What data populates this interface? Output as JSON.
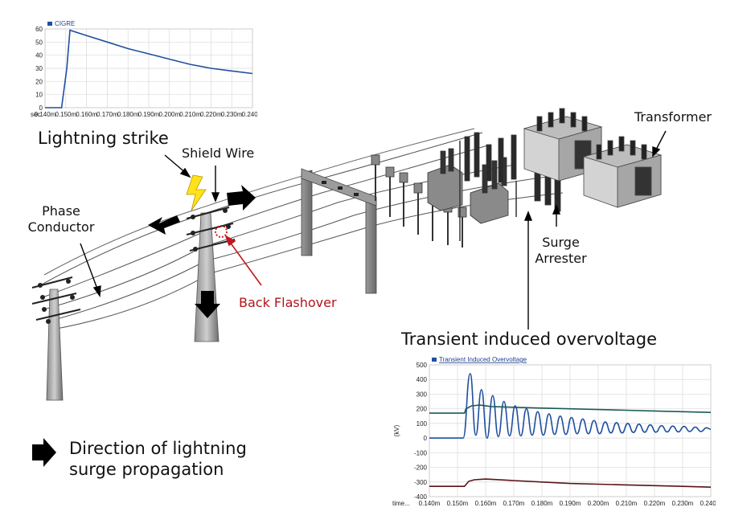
{
  "labels": {
    "lightning_strike": "Lightning strike",
    "shield_wire": "Shield Wire",
    "phase_conductor_line1": "Phase",
    "phase_conductor_line2": "Conductor",
    "back_flashover": "Back Flashover",
    "transformer": "Transformer",
    "surge_arrester_line1": "Surge",
    "surge_arrester_line2": "Arrester",
    "transient_title": "Transient induced overvoltage",
    "direction_line1": "Direction of lightning",
    "direction_line2": "surge propagation"
  },
  "colors": {
    "arrow_red": "#c0181d",
    "bolt_yellow": "#ffe21a",
    "series_blue": "#1f4f9f",
    "series_teal": "#1a5a55",
    "series_darkred": "#5a1414",
    "grid": "#d9d9d9"
  },
  "chart_data": [
    {
      "type": "line",
      "legend": [
        "CIGRE"
      ],
      "xlabel": "sec",
      "ylim": [
        0,
        60
      ],
      "yticks": [
        "60",
        "50",
        "40",
        "30",
        "20",
        "10",
        "0"
      ],
      "xtick_labels": [
        "0.140m",
        "0.150m",
        "0.160m",
        "0.170m",
        "0.180m",
        "0.190m",
        "0.200m",
        "0.210m",
        "0.220m",
        "0.230m",
        "0.240m"
      ],
      "series": [
        {
          "name": "CIGRE",
          "x": [
            0.14,
            0.148,
            0.1505,
            0.152,
            0.16,
            0.17,
            0.18,
            0.19,
            0.2,
            0.21,
            0.22,
            0.23,
            0.24
          ],
          "values": [
            0,
            0,
            30,
            59,
            55,
            50,
            45,
            41,
            37,
            33,
            30,
            28,
            26
          ]
        }
      ]
    },
    {
      "type": "line",
      "legend": [
        "Transient Induced Overvoltage"
      ],
      "xlabel": "time...",
      "ylabel": "(kV)",
      "ylim": [
        -400,
        500
      ],
      "yticks": [
        "500",
        "400",
        "300",
        "200",
        "100",
        "0",
        "-100",
        "-200",
        "-300",
        "-400"
      ],
      "xtick_labels": [
        "0.140m",
        "0.150m",
        "0.160m",
        "0.170m",
        "0.180m",
        "0.190m",
        "0.200m",
        "0.210m",
        "0.220m",
        "0.230m",
        "0.240m"
      ],
      "series": [
        {
          "name": "blue",
          "x": [
            0.14,
            0.152,
            0.1545,
            0.1565,
            0.1585,
            0.1605,
            0.1625,
            0.1645,
            0.1665,
            0.1685,
            0.1705,
            0.1725,
            0.1745,
            0.1765,
            0.1785,
            0.1805,
            0.1825,
            0.1845,
            0.1865,
            0.1885,
            0.1905,
            0.1925,
            0.1945,
            0.1965,
            0.1985,
            0.2005,
            0.2025,
            0.2045,
            0.2065,
            0.2085,
            0.2105,
            0.2125,
            0.2145,
            0.2165,
            0.2185,
            0.2205,
            0.2225,
            0.2245,
            0.2265,
            0.2285,
            0.2305,
            0.2325,
            0.2345,
            0.2365,
            0.2385,
            0.24
          ],
          "values": [
            0,
            0,
            440,
            20,
            330,
            0,
            290,
            10,
            250,
            15,
            220,
            15,
            200,
            20,
            180,
            20,
            165,
            25,
            150,
            25,
            140,
            30,
            130,
            30,
            120,
            30,
            110,
            35,
            105,
            35,
            100,
            38,
            95,
            40,
            90,
            40,
            85,
            42,
            82,
            42,
            80,
            45,
            75,
            45,
            70,
            60
          ]
        },
        {
          "name": "teal",
          "x": [
            0.14,
            0.15,
            0.1525,
            0.153,
            0.155,
            0.158,
            0.162,
            0.17,
            0.18,
            0.19,
            0.2,
            0.21,
            0.22,
            0.23,
            0.24
          ],
          "values": [
            170,
            170,
            170,
            200,
            220,
            225,
            215,
            210,
            205,
            200,
            195,
            190,
            185,
            180,
            175
          ]
        },
        {
          "name": "darkred",
          "x": [
            0.14,
            0.15,
            0.1525,
            0.154,
            0.156,
            0.16,
            0.17,
            0.18,
            0.19,
            0.2,
            0.21,
            0.22,
            0.23,
            0.24
          ],
          "values": [
            -330,
            -330,
            -330,
            -295,
            -285,
            -280,
            -290,
            -300,
            -310,
            -315,
            -320,
            -325,
            -330,
            -335
          ]
        }
      ]
    }
  ]
}
